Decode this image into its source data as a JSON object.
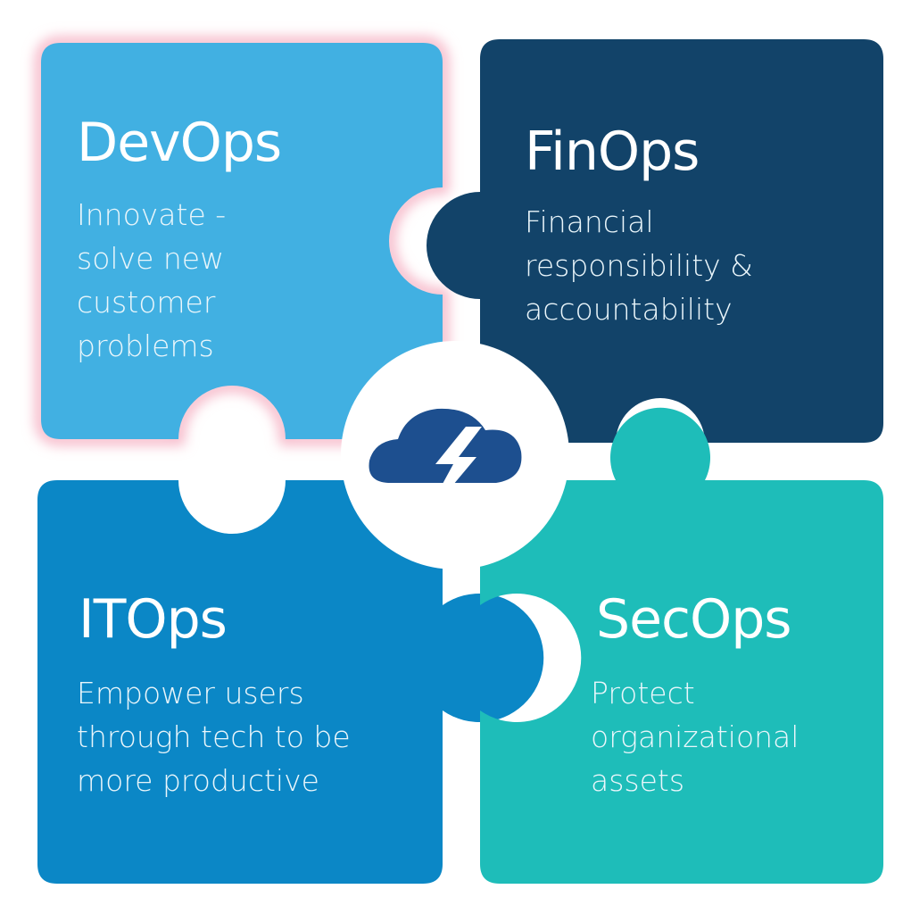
{
  "colors": {
    "devops": "#41b0e2",
    "finops": "#124369",
    "itops": "#0b87c6",
    "secops": "#1ebdb9",
    "devops_glow": "#f6b7c8",
    "logo_blue": "#1d4f8f",
    "center_circle": "#ffffff"
  },
  "devops": {
    "title": "DevOps",
    "lines": [
      "Innovate -",
      "solve new",
      "customer",
      "problems"
    ]
  },
  "finops": {
    "title": "FinOps",
    "lines": [
      "Financial",
      "responsibility &",
      "accountability"
    ]
  },
  "itops": {
    "title": "ITOps",
    "lines": [
      "Empower users",
      "through tech to be",
      "more productive"
    ]
  },
  "secops": {
    "title": "SecOps",
    "lines": [
      "Protect",
      "organizational",
      "assets"
    ]
  },
  "logo": {
    "icon": "cloud-lightning-icon"
  }
}
